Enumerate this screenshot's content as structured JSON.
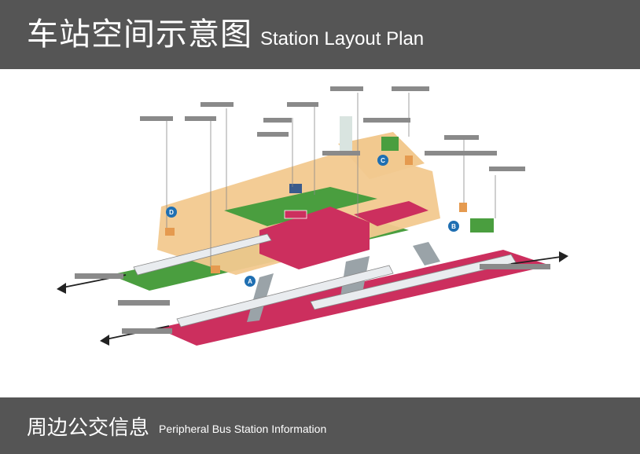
{
  "header": {
    "title_zh": "车站空间示意图",
    "title_en": "Station Layout Plan"
  },
  "footer": {
    "title_zh": "周边公交信息",
    "title_en": "Peripheral Bus Station Information"
  },
  "diagram": {
    "entrances": [
      "A",
      "B",
      "C",
      "D"
    ],
    "colors": {
      "concourse": "#f2c98f",
      "platform_green": "#4a9e3f",
      "track_red": "#cc2f5e",
      "marker": "#1f6fb2",
      "header_bg": "#555555"
    }
  }
}
